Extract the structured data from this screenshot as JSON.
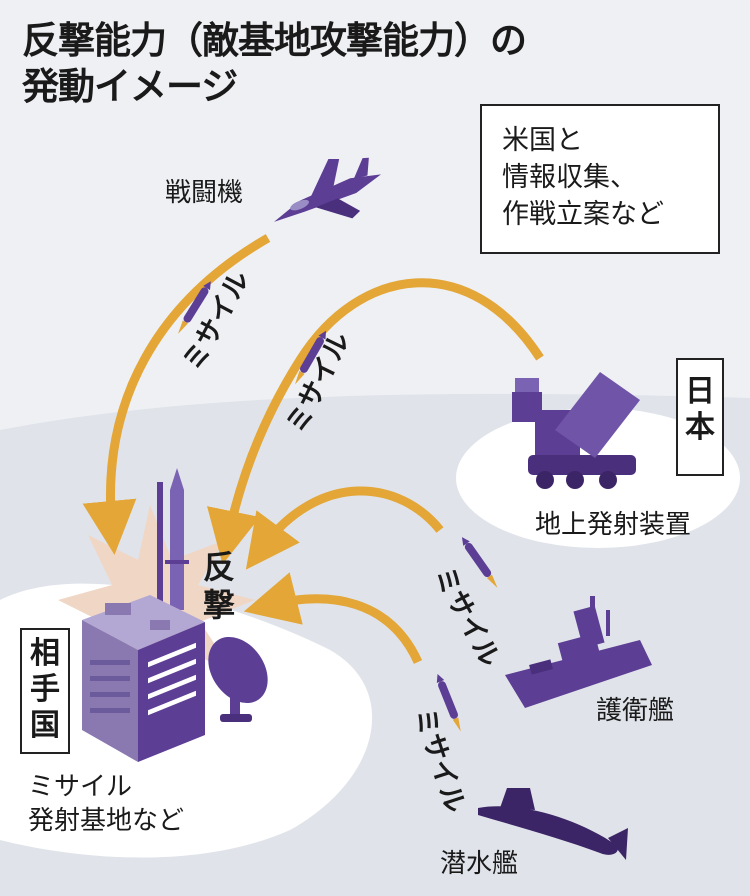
{
  "title_lines": [
    "反撃能力（敵基地攻撃能力）の",
    "発動イメージ"
  ],
  "note_lines": [
    "米国と",
    "情報収集、",
    "作戦立案など"
  ],
  "labels": {
    "fighter": "戦闘機",
    "missile": "ミサイル",
    "ground_launcher": "地上発射装置",
    "destroyer": "護衛艦",
    "submarine": "潜水艦",
    "target_lines": [
      "ミサイル",
      "発射基地など"
    ]
  },
  "box_labels": {
    "japan": [
      "日",
      "本"
    ],
    "enemy": [
      "相",
      "手",
      "国"
    ]
  },
  "counter_lines": [
    "反",
    "撃"
  ],
  "colors": {
    "arrow": "#e3a637",
    "vehicle": "#5d3e95",
    "building": "#8a79b0",
    "burst": "#f0d6c4",
    "land": "#ffffff",
    "sea": "#e0e4ea"
  },
  "icons": {
    "flag_japan": "flag-japan-icon",
    "flag_us": "flag-us-icon"
  }
}
